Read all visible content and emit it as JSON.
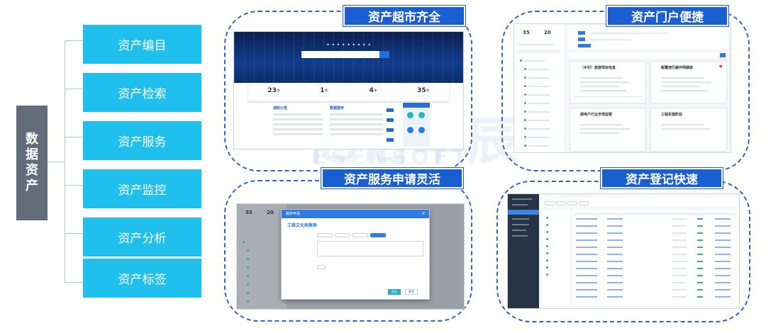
{
  "sidebar": {
    "title_chars": [
      "数",
      "据",
      "资",
      "产"
    ],
    "items": [
      {
        "label": "资产编目"
      },
      {
        "label": "资产检索"
      },
      {
        "label": "资产服务"
      },
      {
        "label": "资产监控"
      },
      {
        "label": "资产分析"
      },
      {
        "label": "资产标签"
      }
    ]
  },
  "panels": {
    "market": {
      "tag": "资产超市齐全",
      "stats": [
        {
          "value": "23",
          "unit": "个"
        },
        {
          "value": "1",
          "unit": "个"
        },
        {
          "value": "4",
          "unit": "个"
        },
        {
          "value": "35",
          "unit": "个"
        }
      ],
      "col_headers": [
        "通知公告",
        "数据服务"
      ]
    },
    "portal": {
      "tag": "资产门户便捷",
      "counts": [
        "35",
        "20"
      ],
      "card_titles": [
        "（乡村）旅游项目信息",
        "販賣流行雑件明細册",
        "邮电户行业市场监管",
        "工程实施阶段"
      ]
    },
    "service": {
      "tag": "资产服务申请灵活",
      "counts": [
        "35",
        "20"
      ],
      "modal_title": "服务申请",
      "modal_heading": "工商文化档案表",
      "submit_label": "提交",
      "cancel_label": "取消"
    },
    "register": {
      "tag": "资产登记快速"
    }
  },
  "colors": {
    "item_bg": "#20c0ee",
    "title_bg": "#636d7a",
    "tag_bg": "#1a5fd1",
    "panel_border": "#3763c9"
  },
  "watermark": {
    "main": "亿信华辰",
    "sub": "ESENSOFT"
  }
}
